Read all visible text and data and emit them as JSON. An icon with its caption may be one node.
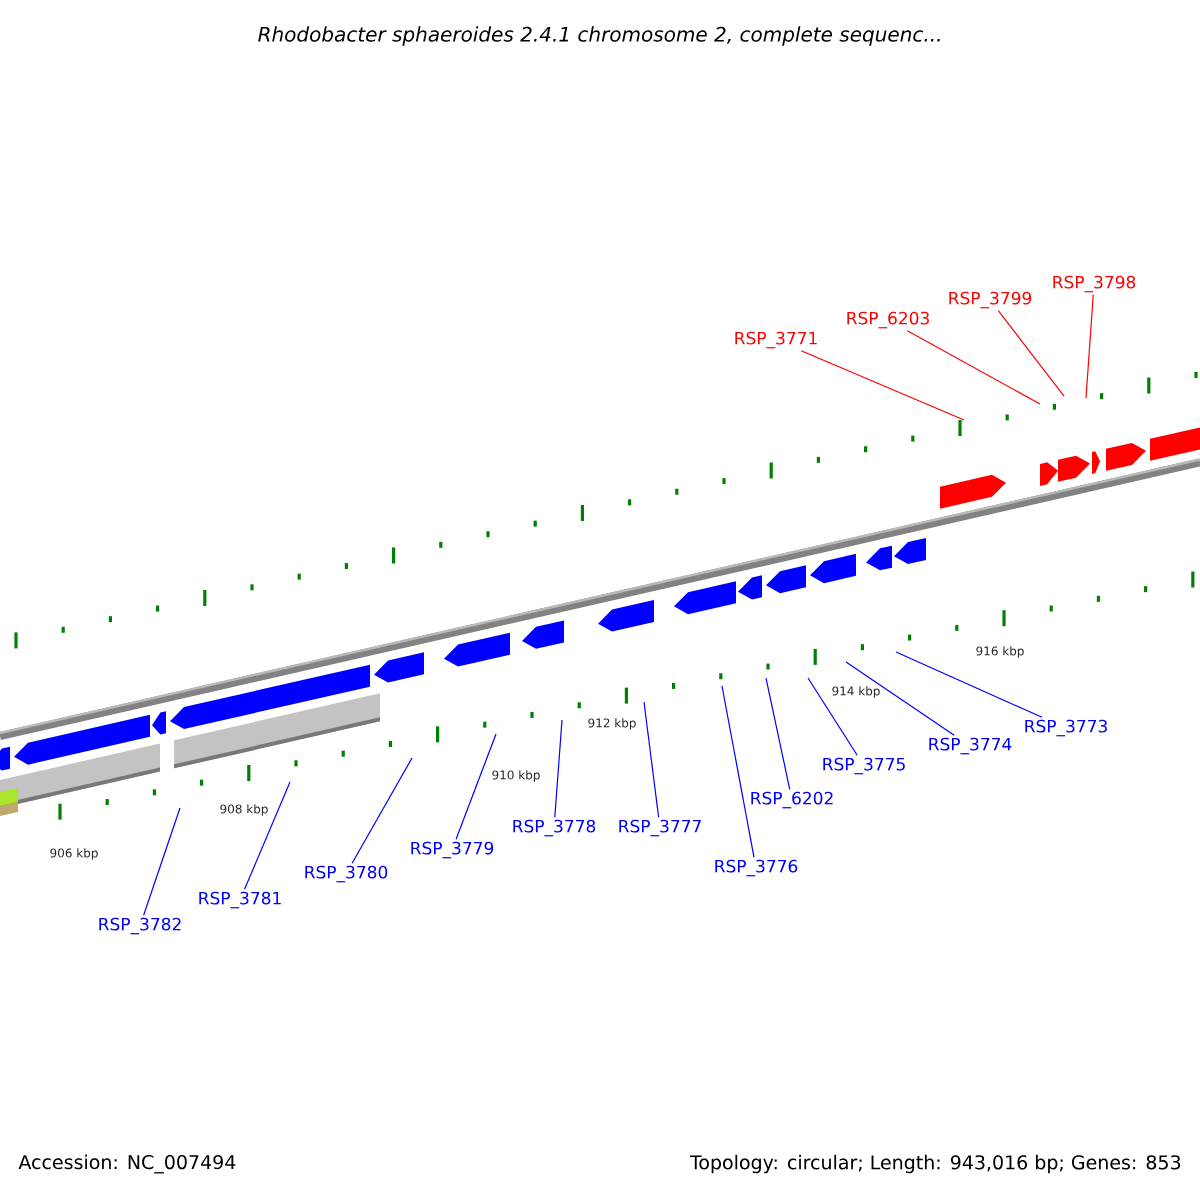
{
  "diagram": {
    "title": "Rhodobacter sphaeroides 2.4.1 chromosome 2, complete sequenc...",
    "nodes": [
      {
        "text": [
          "RSP_3798"
        ]
      },
      {
        "text": [
          "RSP_3799"
        ]
      },
      {
        "text": [
          "RSP_6203"
        ]
      },
      {
        "text": [
          "RSP_3771"
        ]
      },
      {
        "text": [
          "RSP_3773"
        ]
      },
      {
        "text": [
          "RSP_3774"
        ]
      },
      {
        "text": [
          "RSP_3775"
        ]
      },
      {
        "text": [
          "RSP_6202"
        ]
      },
      {
        "text": [
          "RSP_3777"
        ]
      },
      {
        "text": [
          "RSP_3778"
        ]
      },
      {
        "text": [
          "RSP_3779"
        ]
      },
      {
        "text": [
          "RSP_3780"
        ]
      },
      {
        "text": [
          "RSP_3776"
        ]
      },
      {
        "text": [
          "RSP_3781"
        ]
      },
      {
        "text": [
          "RSP_3782"
        ]
      }
    ],
    "edges": [
      {
        "from": 0,
        "to": null,
        "arrow": "none",
        "color": "#ff0000"
      },
      {
        "from": 1,
        "to": null,
        "arrow": "none",
        "color": "#ff0000"
      },
      {
        "from": 2,
        "to": null,
        "arrow": "none",
        "color": "#ff0000"
      },
      {
        "from": 3,
        "to": null,
        "arrow": "none",
        "color": "#ff0000"
      },
      {
        "from": 4,
        "to": null,
        "arrow": "none"
      },
      {
        "from": 5,
        "to": null,
        "arrow": "none"
      },
      {
        "from": 6,
        "to": null,
        "arrow": "none"
      },
      {
        "from": 7,
        "to": null,
        "arrow": "none"
      },
      {
        "from": 8,
        "to": null,
        "arrow": "none"
      },
      {
        "from": 9,
        "to": null,
        "arrow": "none"
      },
      {
        "from": 10,
        "to": null,
        "arrow": "none"
      },
      {
        "from": 11,
        "to": null,
        "arrow": "none"
      },
      {
        "from": 12,
        "to": null,
        "arrow": "none"
      },
      {
        "from": 13,
        "to": null,
        "arrow": "none"
      },
      {
        "from": 14,
        "to": null,
        "arrow": "none"
      }
    ],
    "labels": [
      "916 kbp",
      "914 kbp",
      "912 kbp",
      "910 kbp",
      "908 kbp",
      "906 kbp",
      "Accession: NC_007494",
      "Topology: circular; Length: 943,016 bp; Genes: 853"
    ]
  }
}
